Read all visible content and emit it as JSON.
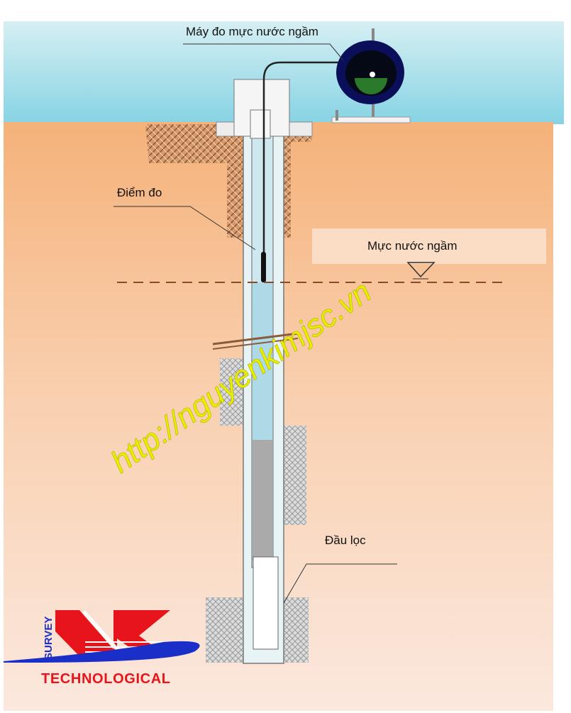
{
  "labels": {
    "meter": "Máy đo mực nước ngầm",
    "measure_point": "Điểm đo",
    "water_level": "Mực nước ngầm",
    "filter_head": "Đầu lọc"
  },
  "watermark": "http://nguyenkimjsc.vn",
  "logo": {
    "vertical": "SURVEY",
    "name": "TECHNOLOGICAL",
    "mark": "NK"
  },
  "colors": {
    "sky": "#a9dde8",
    "soil_top": "#f5b37c",
    "soil_bottom": "#fbe6da",
    "reel": "#0b0f5a",
    "water": "#bfe4ee",
    "logo_red": "#e8141b",
    "logo_blue": "#1a2ec8",
    "watermark": "#e8f000"
  }
}
